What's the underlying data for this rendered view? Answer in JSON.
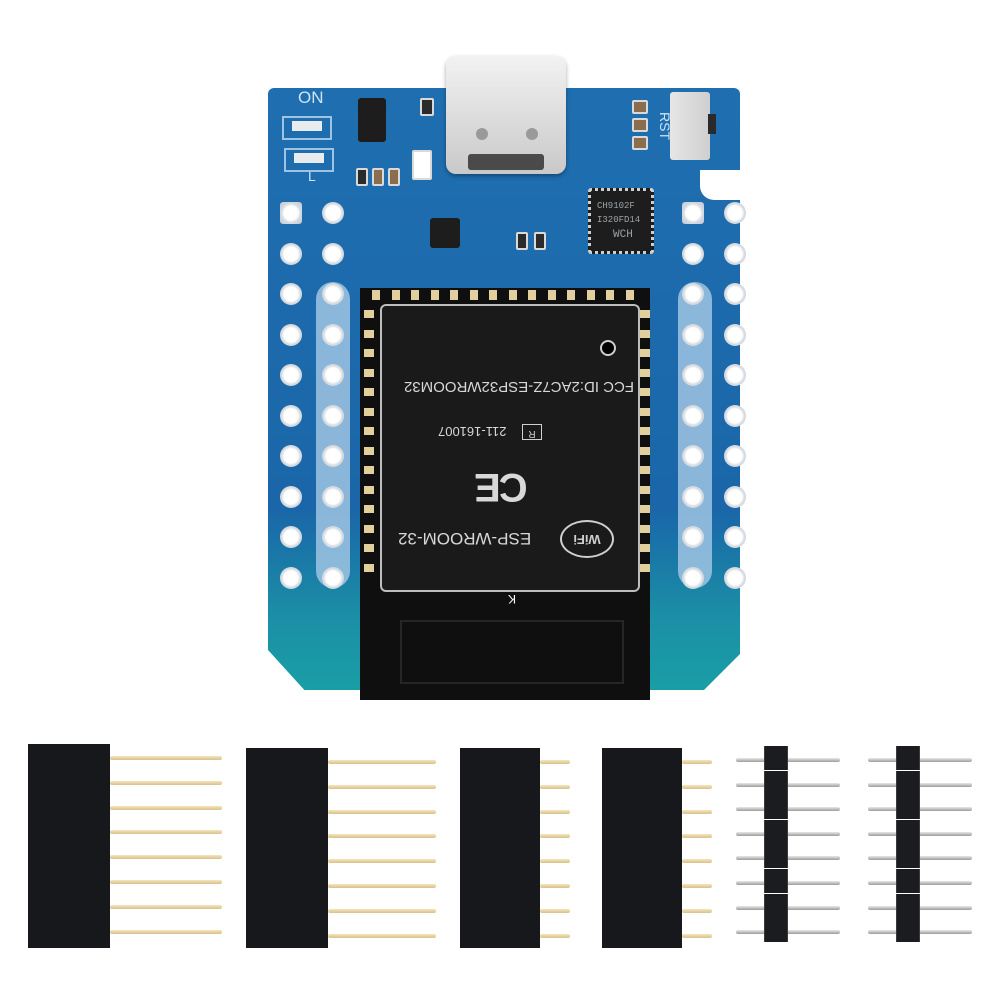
{
  "scene": {
    "description": "Product photo of an ESP32 D1 mini style development board with USB-C, plus six loose pin headers",
    "background_color": "#ffffff"
  },
  "board": {
    "pcb_color": "#1f6fb0",
    "silkscreen": {
      "power_led_label": "ON",
      "user_led_label": "L",
      "reset_label": "RST"
    },
    "usb_connector": "USB-C",
    "usb_uart_chip": {
      "line1": "CH9102F",
      "line2": "I320FD14",
      "logo": "WCH"
    },
    "module": {
      "fcc_id": "FCC ID:2AC7Z-ESP32WROOM32",
      "cert_mark": "R",
      "cert_number": "211-161007",
      "ce_mark": "CE",
      "wifi_logo": "WiFi",
      "model": "ESP-WROOM-32",
      "antenna_mark": "K"
    },
    "pad_rows": 10
  },
  "headers": [
    {
      "type": "female-long",
      "pins": 8,
      "pin_color": "gold"
    },
    {
      "type": "female-long",
      "pins": 8,
      "pin_color": "gold"
    },
    {
      "type": "female-short",
      "pins": 8,
      "pin_color": "gold"
    },
    {
      "type": "female-short",
      "pins": 8,
      "pin_color": "gold"
    },
    {
      "type": "male",
      "pins": 8,
      "pin_color": "silver"
    },
    {
      "type": "male",
      "pins": 8,
      "pin_color": "silver"
    }
  ]
}
